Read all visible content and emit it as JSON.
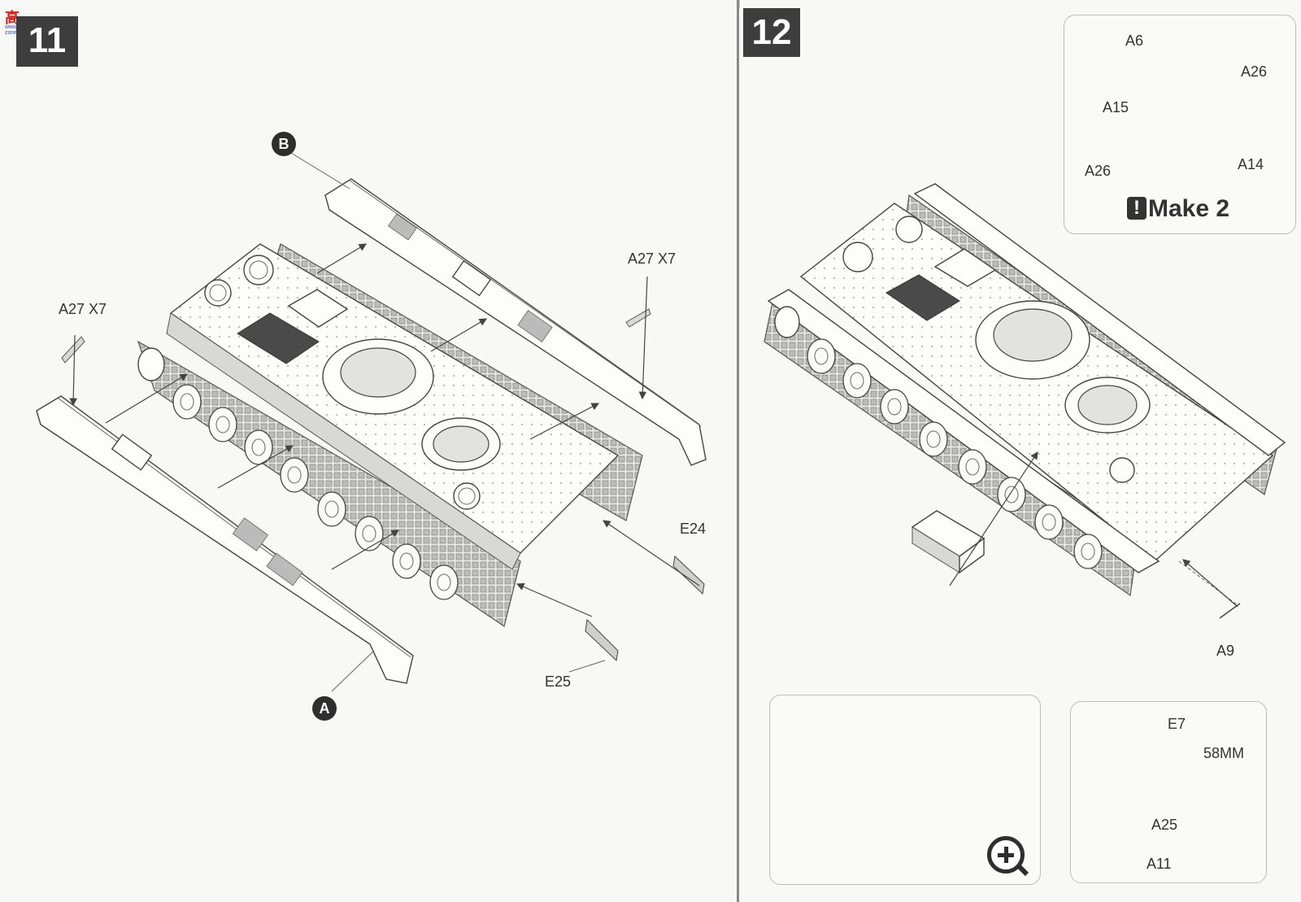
{
  "watermark": {
    "text": "高",
    "url": "www.hobby-zone.com"
  },
  "steps": {
    "left": "11",
    "right": "12"
  },
  "callouts": {
    "a": "A",
    "b": "B"
  },
  "left_labels": {
    "a27_left": "A27 X7",
    "a27_right": "A27 X7",
    "e24": "E24",
    "e25": "E25"
  },
  "subassembly": {
    "a6": "A6",
    "a26_top": "A26",
    "a15": "A15",
    "a26_bottom": "A26",
    "a14": "A14",
    "make_icon": "!",
    "make_text": "Make 2"
  },
  "right_labels": {
    "a9": "A9"
  },
  "zoom": {
    "icon": "zoom-in-icon"
  },
  "cable": {
    "e7": "E7",
    "length": "58MM",
    "a25": "A25",
    "a11": "A11"
  }
}
